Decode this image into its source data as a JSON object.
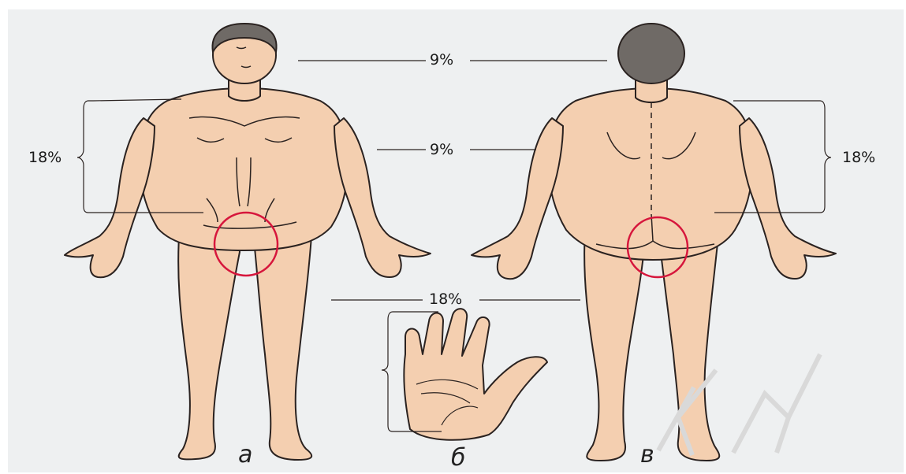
{
  "labels": {
    "head": "9%",
    "trunk_front": "9%",
    "left_bracket": "18%",
    "right_bracket": "18%",
    "legs": "18%"
  },
  "captions": {
    "front": "а",
    "palm": "б",
    "back": "в"
  },
  "watermark": {
    "text": "КИ"
  },
  "colors": {
    "skin": "#f4cfb0",
    "skin_shadow": "#e8b594",
    "outline": "#2a2220",
    "hair": "#6f6a66",
    "highlight_circle": "#d6163c",
    "background": "#eef0f1"
  }
}
